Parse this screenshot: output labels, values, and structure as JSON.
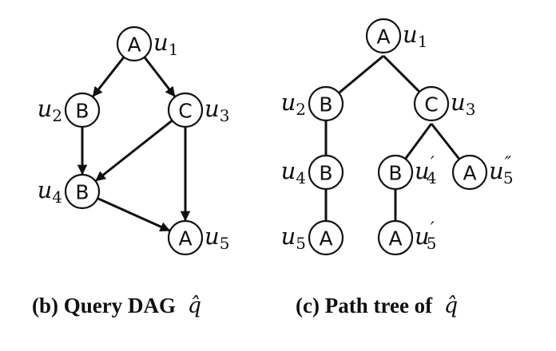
{
  "panel_b": {
    "caption_prefix": "(b) Query DAG",
    "caption_symbol": "q̂",
    "nodes": [
      {
        "id": "u1",
        "letter": "A",
        "var": "u",
        "sub": "1",
        "prime": ""
      },
      {
        "id": "u2",
        "letter": "B",
        "var": "u",
        "sub": "2",
        "prime": ""
      },
      {
        "id": "u3",
        "letter": "C",
        "var": "u",
        "sub": "3",
        "prime": ""
      },
      {
        "id": "u4",
        "letter": "B",
        "var": "u",
        "sub": "4",
        "prime": ""
      },
      {
        "id": "u5",
        "letter": "A",
        "var": "u",
        "sub": "5",
        "prime": ""
      }
    ],
    "edges": [
      {
        "from": "u1",
        "to": "u2"
      },
      {
        "from": "u1",
        "to": "u3"
      },
      {
        "from": "u2",
        "to": "u4"
      },
      {
        "from": "u3",
        "to": "u4"
      },
      {
        "from": "u3",
        "to": "u5"
      },
      {
        "from": "u4",
        "to": "u5"
      }
    ]
  },
  "panel_c": {
    "caption_prefix": "(c) Path tree of",
    "caption_symbol": "q̂",
    "nodes": [
      {
        "id": "t_u1",
        "letter": "A",
        "var": "u",
        "sub": "1",
        "prime": ""
      },
      {
        "id": "t_u2",
        "letter": "B",
        "var": "u",
        "sub": "2",
        "prime": ""
      },
      {
        "id": "t_u3",
        "letter": "C",
        "var": "u",
        "sub": "3",
        "prime": ""
      },
      {
        "id": "t_u4",
        "letter": "B",
        "var": "u",
        "sub": "4",
        "prime": ""
      },
      {
        "id": "t_u4p",
        "letter": "B",
        "var": "u",
        "sub": "4",
        "prime": "′"
      },
      {
        "id": "t_u5pp",
        "letter": "A",
        "var": "u",
        "sub": "5",
        "prime": "″"
      },
      {
        "id": "t_u5",
        "letter": "A",
        "var": "u",
        "sub": "5",
        "prime": ""
      },
      {
        "id": "t_u5p",
        "letter": "A",
        "var": "u",
        "sub": "5",
        "prime": "′"
      }
    ],
    "edges": [
      {
        "from": "t_u1",
        "to": "t_u2"
      },
      {
        "from": "t_u1",
        "to": "t_u3"
      },
      {
        "from": "t_u2",
        "to": "t_u4"
      },
      {
        "from": "t_u4",
        "to": "t_u5"
      },
      {
        "from": "t_u3",
        "to": "t_u4p"
      },
      {
        "from": "t_u3",
        "to": "t_u5pp"
      },
      {
        "from": "t_u4p",
        "to": "t_u5p"
      }
    ]
  }
}
